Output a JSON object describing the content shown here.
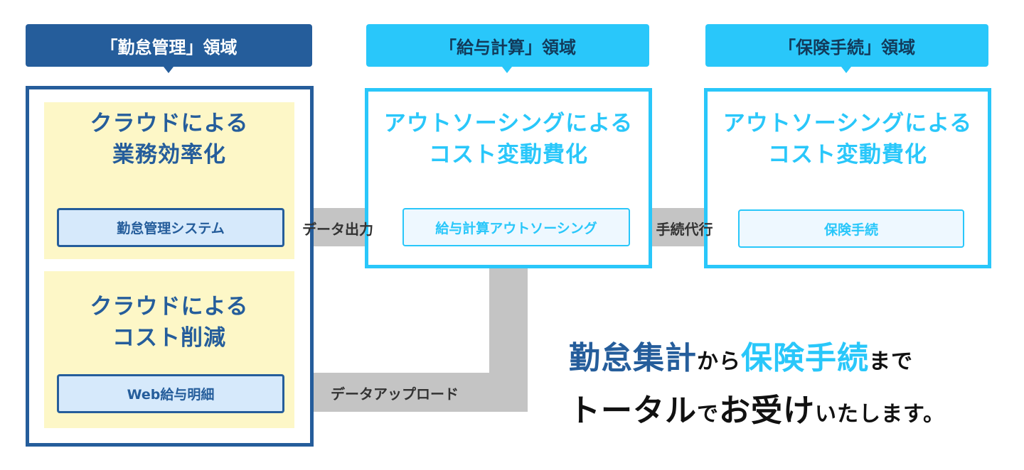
{
  "areas": [
    {
      "tab_label": "「勤怠管理」領域",
      "blocks": [
        {
          "heading_line1": "クラウドによる",
          "heading_line2": "業務効率化",
          "system": "勤怠管理システム"
        },
        {
          "heading_line1": "クラウドによる",
          "heading_line2": "コスト削減",
          "system": "Web給与明細"
        }
      ]
    },
    {
      "tab_label": "「給与計算」領域",
      "heading_line1": "アウトソーシングによる",
      "heading_line2": "コスト変動費化",
      "system": "給与計算アウトソーシング"
    },
    {
      "tab_label": "「保険手続」領域",
      "heading_line1": "アウトソーシングによる",
      "heading_line2": "コスト変動費化",
      "system": "保険手続"
    }
  ],
  "arrows": {
    "data_output": "データ出力",
    "procedure_proxy": "手続代行",
    "data_upload": "データアップロード"
  },
  "tagline": {
    "part1": "勤怠集計",
    "part2": "から",
    "part3": "保険手続",
    "part4": "まで",
    "part5": "トータル",
    "part6": "で",
    "part7": "お受け",
    "part8": "いたします。"
  },
  "colors": {
    "dark_blue": "#255d9b",
    "cyan": "#29c7fa",
    "yellow": "#fdf7c7",
    "arrow_gray": "#c4c4c4"
  }
}
